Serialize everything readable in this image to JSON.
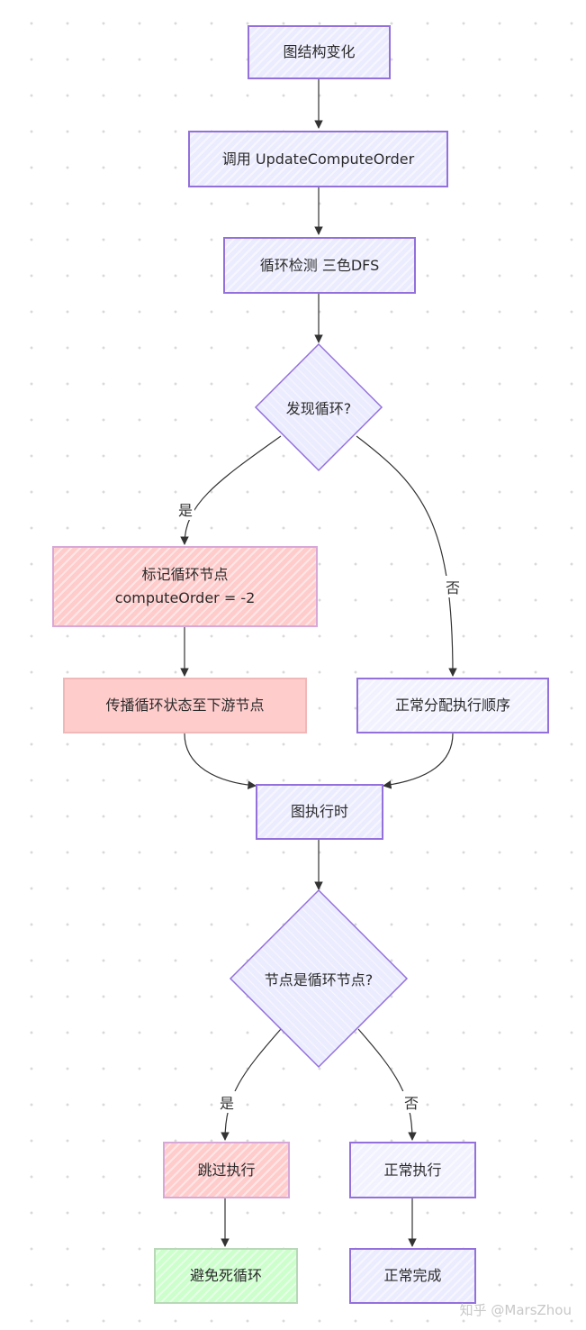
{
  "nodes": {
    "graph_change": "图结构变化",
    "call_update": "调用 UpdateComputeOrder",
    "cycle_detect": "循环检测 三色DFS",
    "found_cycle": "发现循环?",
    "mark_cycle": "标记循环节点\ncomputeOrder = -2",
    "propagate": "传播循环状态至下游节点",
    "normal_assign": "正常分配执行顺序",
    "graph_exec": "图执行时",
    "is_cycle_node": "节点是循环节点?",
    "skip_exec": "跳过执行",
    "normal_exec": "正常执行",
    "avoid_loop": "避免死循环",
    "normal_done": "正常完成"
  },
  "edges": {
    "yes_1": "是",
    "no_1": "否",
    "yes_2": "是",
    "no_2": "否"
  },
  "colors": {
    "default_fill": "#ececff",
    "default_stroke": "#9370db",
    "red_fill": "#ffcccc",
    "green_fill": "#ccffcc",
    "arrow": "#333333"
  },
  "watermark": "知乎 @MarsZhou"
}
